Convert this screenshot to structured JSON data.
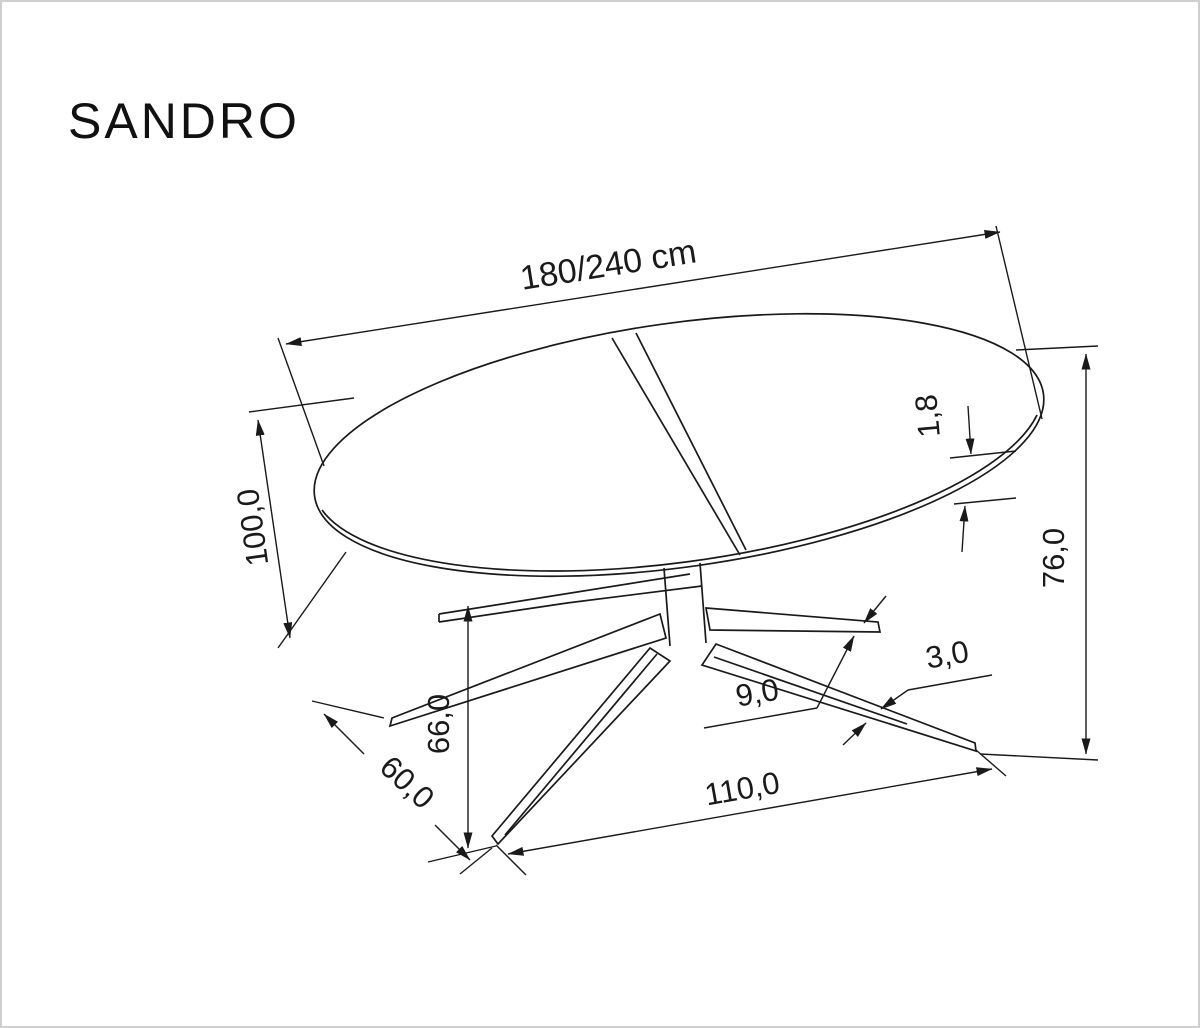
{
  "title": "SANDRO",
  "dims": {
    "length": "180/240 cm",
    "depth": "100,0",
    "thickness": "1,8",
    "height": "76,0",
    "clearance": "66,0",
    "base_depth": "60,0",
    "leg_width": "9,0",
    "leg_thickness": "3,0",
    "base_length": "110,0"
  },
  "colors": {
    "line": "#1a1a1a",
    "frame": "#cfcfcf",
    "background": "#ffffff"
  }
}
